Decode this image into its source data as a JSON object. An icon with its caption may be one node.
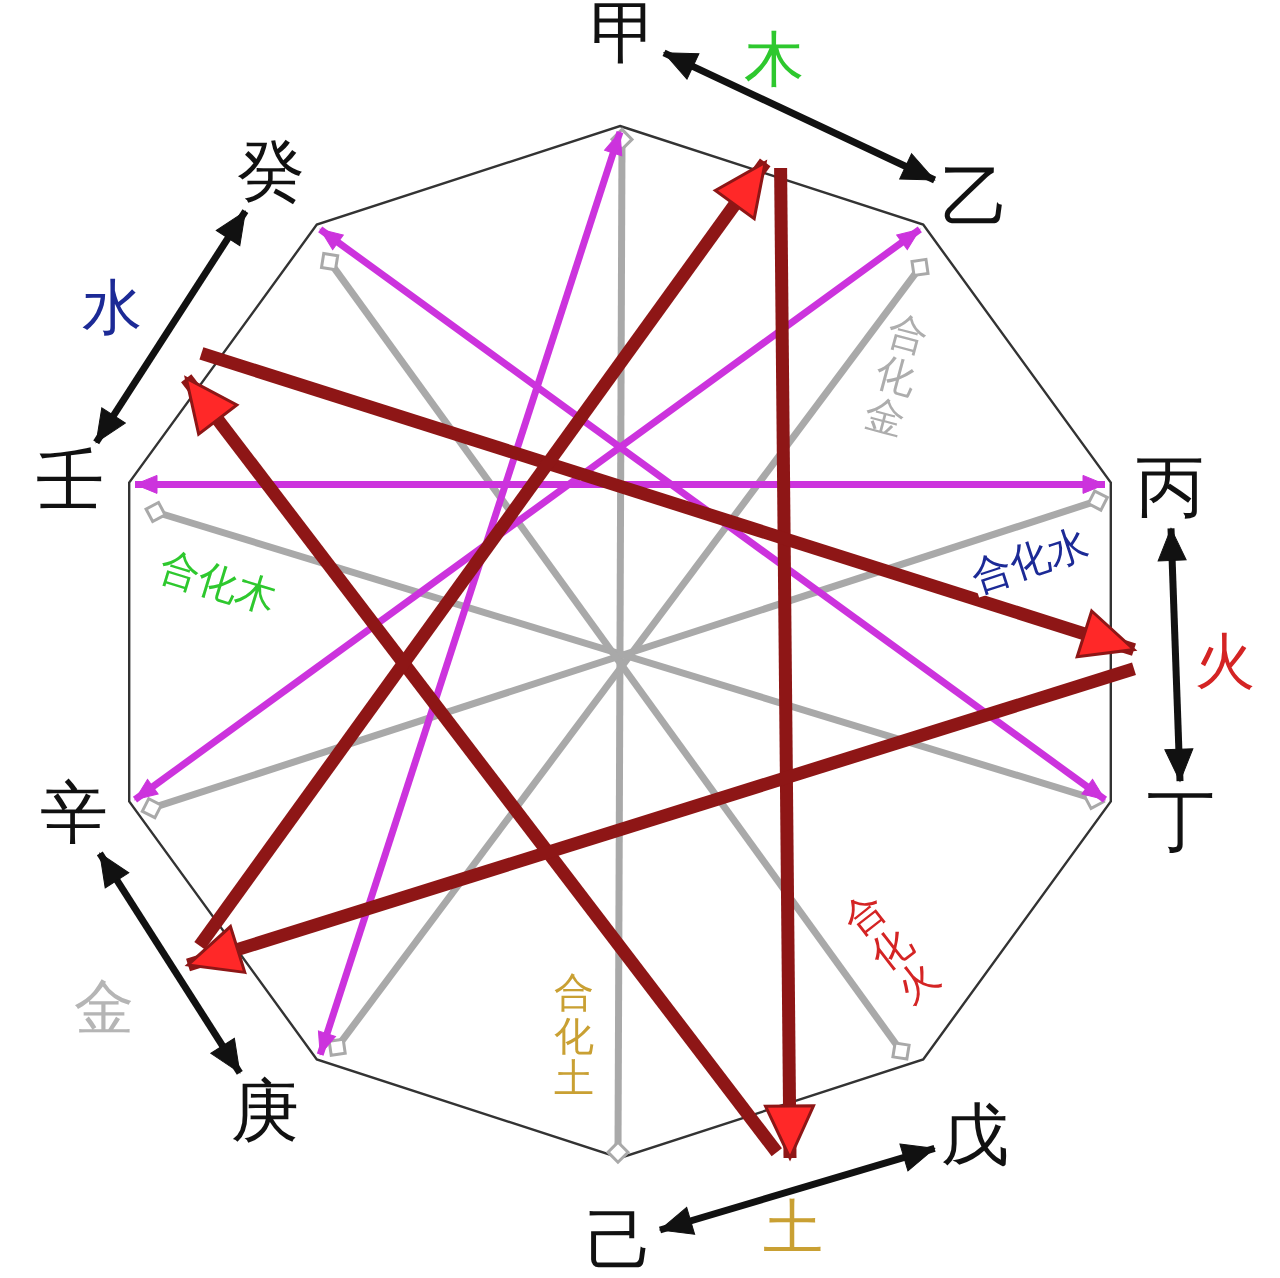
{
  "diagram": {
    "nodes": [
      {
        "text": [
          "甲"
        ]
      },
      {
        "text": [
          "乙"
        ]
      },
      {
        "text": [
          "丙"
        ]
      },
      {
        "text": [
          "丁"
        ]
      },
      {
        "text": [
          "戊"
        ]
      },
      {
        "text": [
          "己"
        ]
      },
      {
        "text": [
          "庚"
        ]
      },
      {
        "text": [
          "辛"
        ]
      },
      {
        "text": [
          "壬"
        ]
      },
      {
        "text": [
          "癸"
        ]
      },
      {
        "text": [
          "木"
        ]
      },
      {
        "text": [
          "火"
        ]
      },
      {
        "text": [
          "土"
        ]
      },
      {
        "text": [
          "金"
        ]
      },
      {
        "text": [
          "水"
        ]
      }
    ],
    "edges": [
      {
        "from": 0,
        "to": 1,
        "arrow": "both"
      },
      {
        "from": 2,
        "to": 3,
        "arrow": "both"
      },
      {
        "from": 4,
        "to": 5,
        "arrow": "both"
      },
      {
        "from": 6,
        "to": 7,
        "arrow": "both"
      },
      {
        "from": 8,
        "to": 9,
        "arrow": "both"
      },
      {
        "from": 0,
        "to": 5,
        "arrow": "other",
        "color": "#a9a9a9",
        "label": "合化土"
      },
      {
        "from": 1,
        "to": 6,
        "arrow": "other",
        "color": "#a9a9a9",
        "label": "合化金"
      },
      {
        "from": 2,
        "to": 7,
        "arrow": "other",
        "color": "#a9a9a9",
        "label": "合化水"
      },
      {
        "from": 3,
        "to": 8,
        "arrow": "other",
        "color": "#a9a9a9",
        "label": "合化木"
      },
      {
        "from": 4,
        "to": 9,
        "arrow": "other",
        "color": "#a9a9a9",
        "label": "合化火"
      },
      {
        "from": 0,
        "to": 6,
        "arrow": "both",
        "color": "#cc33dd"
      },
      {
        "from": 1,
        "to": 7,
        "arrow": "both",
        "color": "#cc33dd"
      },
      {
        "from": 2,
        "to": 8,
        "arrow": "both",
        "color": "#cc33dd"
      },
      {
        "from": 3,
        "to": 9,
        "arrow": "both",
        "color": "#cc33dd"
      },
      {
        "from": 10,
        "to": 12,
        "arrow": "to",
        "style": "thick",
        "color": "#8e1616"
      },
      {
        "from": 12,
        "to": 14,
        "arrow": "to",
        "style": "thick",
        "color": "#8e1616"
      },
      {
        "from": 14,
        "to": 11,
        "arrow": "to",
        "style": "thick",
        "color": "#8e1616"
      },
      {
        "from": 11,
        "to": 13,
        "arrow": "to",
        "style": "thick",
        "color": "#8e1616"
      },
      {
        "from": 13,
        "to": 10,
        "arrow": "to",
        "style": "thick",
        "color": "#8e1616"
      }
    ]
  }
}
